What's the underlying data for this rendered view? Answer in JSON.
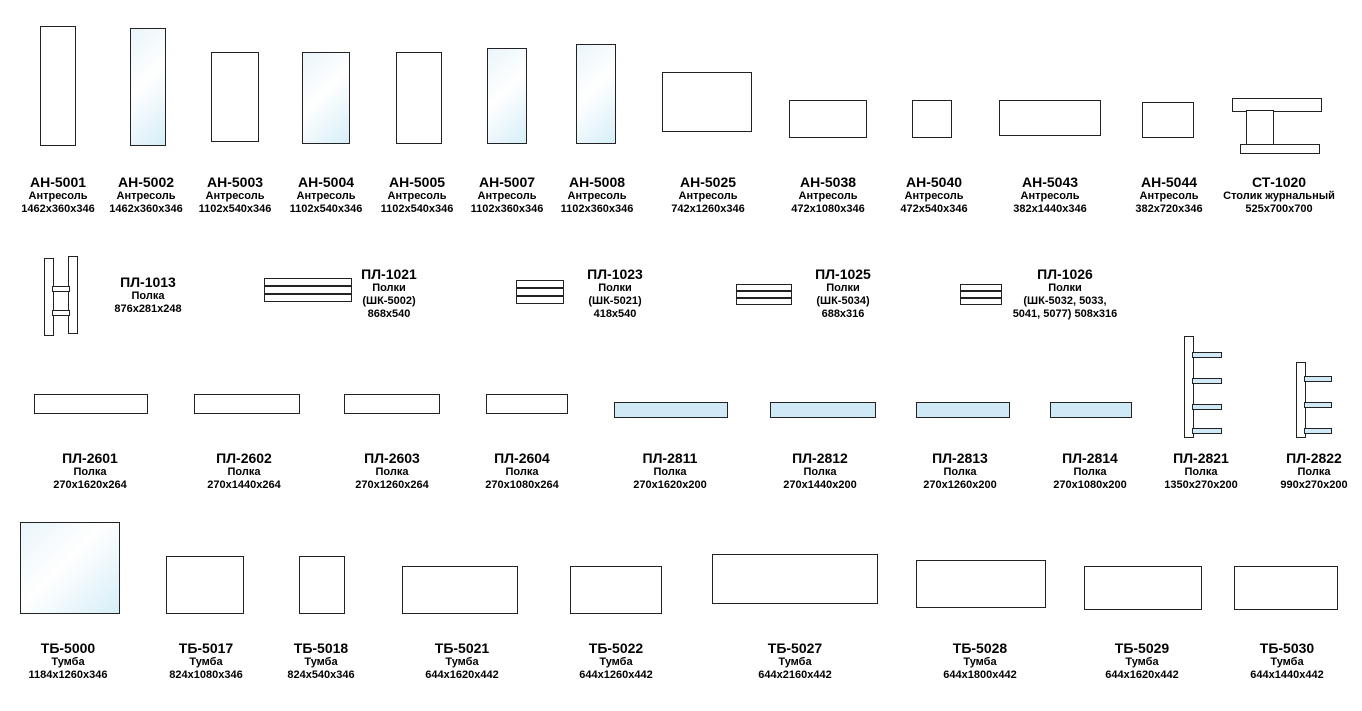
{
  "row1": [
    {
      "code": "АН-5001",
      "name": "Антресоль",
      "dims": "1462x360x346"
    },
    {
      "code": "АН-5002",
      "name": "Антресоль",
      "dims": "1462x360x346"
    },
    {
      "code": "АН-5003",
      "name": "Антресоль",
      "dims": "1102x540x346"
    },
    {
      "code": "АН-5004",
      "name": "Антресоль",
      "dims": "1102x540x346"
    },
    {
      "code": "АН-5005",
      "name": "Антресоль",
      "dims": "1102x540x346"
    },
    {
      "code": "АН-5007",
      "name": "Антресоль",
      "dims": "1102x360x346"
    },
    {
      "code": "АН-5008",
      "name": "Антресоль",
      "dims": "1102x360x346"
    },
    {
      "code": "АН-5025",
      "name": "Антресоль",
      "dims": "742x1260x346"
    },
    {
      "code": "АН-5038",
      "name": "Антресоль",
      "dims": "472x1080x346"
    },
    {
      "code": "АН-5040",
      "name": "Антресоль",
      "dims": "472x540x346"
    },
    {
      "code": "АН-5043",
      "name": "Антресоль",
      "dims": "382x1440x346"
    },
    {
      "code": "АН-5044",
      "name": "Антресоль",
      "dims": "382x720x346"
    },
    {
      "code": "СТ-1020",
      "name": "Столик журнальный",
      "dims": "525x700x700"
    }
  ],
  "row2": [
    {
      "code": "ПЛ-1013",
      "lines": [
        "Полка",
        "876x281x248"
      ]
    },
    {
      "code": "ПЛ-1021",
      "lines": [
        "Полки",
        "(ШК-5002)",
        "868x540"
      ]
    },
    {
      "code": "ПЛ-1023",
      "lines": [
        "Полки",
        "(ШК-5021)",
        "418x540"
      ]
    },
    {
      "code": "ПЛ-1025",
      "lines": [
        "Полки",
        "(ШК-5034)",
        "688x316"
      ]
    },
    {
      "code": "ПЛ-1026",
      "lines": [
        "Полки",
        "(ШК-5032, 5033,",
        "5041, 5077) 508x316"
      ]
    }
  ],
  "row3": [
    {
      "code": "ПЛ-2601",
      "name": "Полка",
      "dims": "270x1620x264"
    },
    {
      "code": "ПЛ-2602",
      "name": "Полка",
      "dims": "270x1440x264"
    },
    {
      "code": "ПЛ-2603",
      "name": "Полка",
      "dims": "270x1260x264"
    },
    {
      "code": "ПЛ-2604",
      "name": "Полка",
      "dims": "270x1080x264"
    },
    {
      "code": "ПЛ-2811",
      "name": "Полка",
      "dims": "270x1620x200"
    },
    {
      "code": "ПЛ-2812",
      "name": "Полка",
      "dims": "270x1440x200"
    },
    {
      "code": "ПЛ-2813",
      "name": "Полка",
      "dims": "270x1260x200"
    },
    {
      "code": "ПЛ-2814",
      "name": "Полка",
      "dims": "270x1080x200"
    },
    {
      "code": "ПЛ-2821",
      "name": "Полка",
      "dims": "1350x270x200"
    },
    {
      "code": "ПЛ-2822",
      "name": "Полка",
      "dims": "990x270x200"
    }
  ],
  "row4": [
    {
      "code": "ТБ-5000",
      "name": "Тумба",
      "dims": "1184x1260x346"
    },
    {
      "code": "ТБ-5017",
      "name": "Тумба",
      "dims": "824x1080x346"
    },
    {
      "code": "ТБ-5018",
      "name": "Тумба",
      "dims": "824x540x346"
    },
    {
      "code": "ТБ-5021",
      "name": "Тумба",
      "dims": "644x1620x442"
    },
    {
      "code": "ТБ-5022",
      "name": "Тумба",
      "dims": "644x1260x442"
    },
    {
      "code": "ТБ-5027",
      "name": "Тумба",
      "dims": "644x2160x442"
    },
    {
      "code": "ТБ-5028",
      "name": "Тумба",
      "dims": "644x1800x442"
    },
    {
      "code": "ТБ-5029",
      "name": "Тумба",
      "dims": "644x1620x442"
    },
    {
      "code": "ТБ-5030",
      "name": "Тумба",
      "dims": "644x1440x442"
    }
  ]
}
